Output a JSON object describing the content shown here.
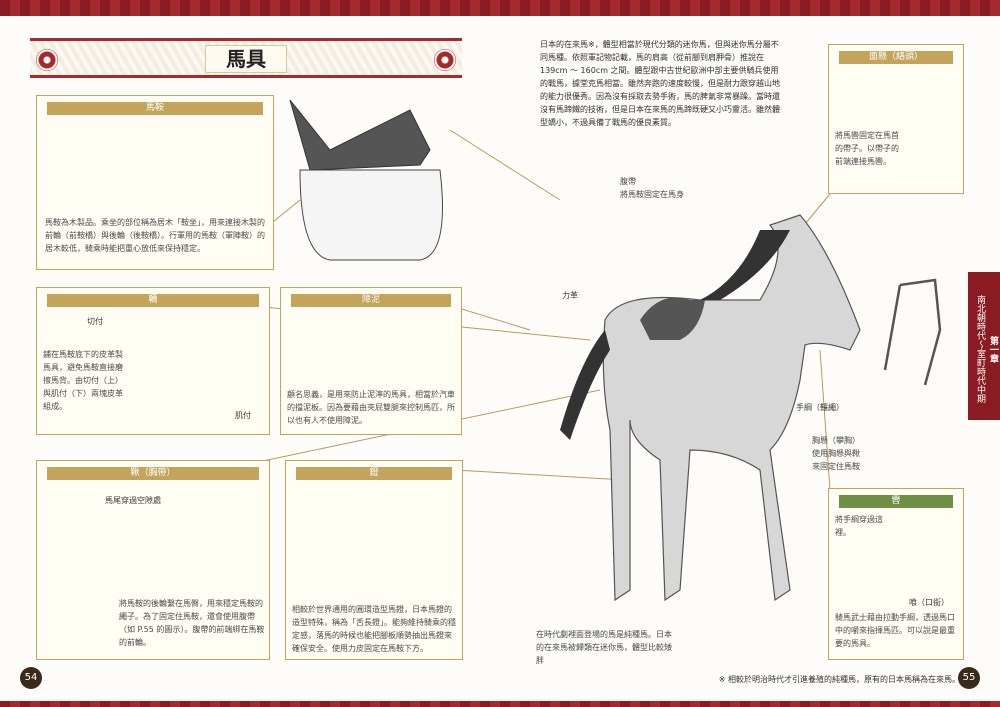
{
  "page_title": "馬具",
  "intro": "日本的在來馬※，體型相當於現代分類的迷你馬，但與迷你馬分屬不同馬種。依照軍記物記載，馬的肩高（從前腳到肩胛骨）推說在 139cm 〜 160cm 之間。體型跟中古世紀歐洲中部主要供騎兵使用的戰馬，據堂克馬相當。雖然奔跑的速度較慢，但是耐力跟穿越山地的能力很優秀。因為沒有採取去勢手術，馬的脾氣非常暴躁。當時還沒有馬蹄鐵的技術，但是日本在來馬的馬蹄既硬又小巧靈活。雖然體型嬌小，不過具備了戰馬的優良素質。",
  "boxes": {
    "saddle": {
      "title": "馬鞍",
      "text": "馬鞍為木製品。乘坐的部位稱為居木「鞍坐」，用來連接木製的前輪（前鞍橋）與後輪（後鞍橋）。行軍用的馬鞍（軍陣鞍）的居木較低，騎乘時能把重心放低來保持穩定。"
    },
    "shitagura": {
      "title": "韉",
      "text": "鋪在馬鞍底下的皮革製馬具，避免馬鞍直接磨擦馬背。由切付（上）與肌付（下）兩塊皮革組成。",
      "label_top": "切付",
      "label_bottom": "肌付"
    },
    "aori": {
      "title": "障泥",
      "text": "顧名思義，是用來防止泥濘的馬具，相當於汽車的擋泥板。因為要藉由夾屁雙腿來控制馬匹，所以也有人不使用障泥。"
    },
    "shirigai": {
      "title": "鞦（胸帶）",
      "text": "將馬鞍的後輪繫在馬臀，用來穩定馬鞍的繩子。為了固定住馬鞍，還會使用腹帶（如 P.55 的圖示）。腹帶的前端綁在馬鞍的前輪。",
      "label": "馬尾穿過空隙處"
    },
    "abumi": {
      "title": "鐙",
      "text": "相較於世界通用的圓環造型馬鐙，日本馬鐙的造型特殊，稱為「舌長鐙」。能夠維持騎乘的穩定感，落馬的時候也能把腳板順勢抽出馬鐙來確保安全。使用力皮固定在馬鞍下方。"
    },
    "omogai": {
      "title": "面懸（絡頭）",
      "text": "將馬轡固定在馬首的帶子。以帶子的前端連接馬轡。"
    },
    "kutsuwa": {
      "title": "轡",
      "text": "騎馬武士藉由拉動手綱，透過馬口中的嚼來指揮馬匹。可以說是最重要的馬具。",
      "label_top": "將手綱穿過這裡。",
      "label_bottom": "喰（口銜）"
    }
  },
  "labels": {
    "haraobi": "腹帶\n將馬鞍固定在馬身",
    "chikarakawa": "力革",
    "tazuna": "手綱（韁繩）",
    "munagai": "胸懸（攀胸）\n使用胸懸與鞦\n來固定住馬鞍",
    "horse_caption": "在時代劇裡面登場的馬是純種馬。日本的在來馬被歸類在迷你馬，體型比較矮胖"
  },
  "chapter": {
    "label": "第一章",
    "subtitle": "南北朝時代～室町時代中期"
  },
  "footer": "※ 相較於明治時代才引進養殖的純種馬，原有的日本馬稱為在來馬。",
  "page_left": "54",
  "page_right": "55",
  "colors": {
    "accent": "#8a1b22",
    "frame": "#c4a35a",
    "green": "#6f8f44"
  }
}
